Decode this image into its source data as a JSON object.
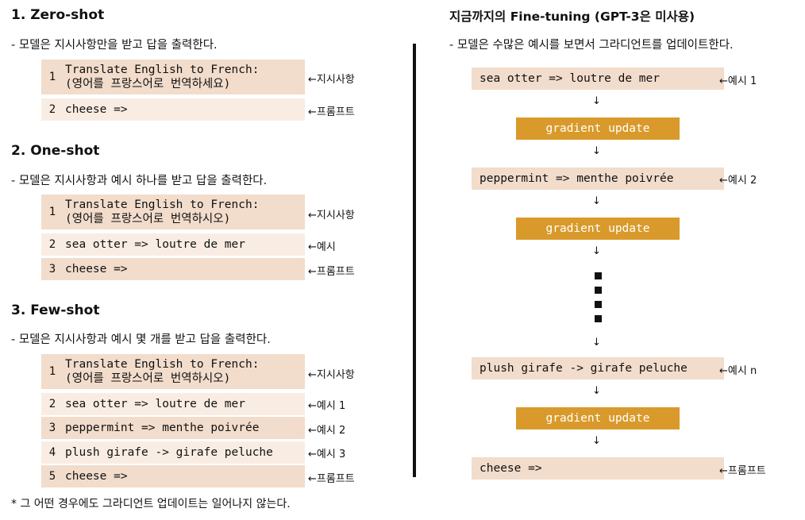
{
  "zero_shot": {
    "heading": "1. Zero-shot",
    "desc": "- 모델은 지시사항만을 받고 답을 출력한다.",
    "rows": [
      {
        "num": "1",
        "text": "Translate English to French:\n(영어를 프랑스어로 번역하세요)",
        "tag": "←지시사항"
      },
      {
        "num": "2",
        "text": "cheese =>",
        "tag": "←프롬프트"
      }
    ]
  },
  "one_shot": {
    "heading": "2. One-shot",
    "desc": "- 모델은 지시사항과 예시 하나를 받고 답을 출력한다.",
    "rows": [
      {
        "num": "1",
        "text": "Translate English to French:\n(영어를 프랑스어로 번역하시오)",
        "tag": "←지시사항"
      },
      {
        "num": "2",
        "text": "sea otter => loutre de mer",
        "tag": "←예시"
      },
      {
        "num": "3",
        "text": "cheese =>",
        "tag": "←프롬프트"
      }
    ]
  },
  "few_shot": {
    "heading": "3. Few-shot",
    "desc": "- 모델은 지시사항과 예시 몇 개를 받고 답을 출력한다.",
    "rows": [
      {
        "num": "1",
        "text": "Translate English to French:\n(영어를 프랑스어로 번역하시오)",
        "tag": "←지시사항"
      },
      {
        "num": "2",
        "text": "sea otter => loutre de mer",
        "tag": "←예시 1"
      },
      {
        "num": "3",
        "text": "peppermint => menthe poivrée",
        "tag": "←예시 2"
      },
      {
        "num": "4",
        "text": "plush girafe -> girafe peluche",
        "tag": "←예시 3"
      },
      {
        "num": "5",
        "text": "cheese =>",
        "tag": "←프롬프트"
      }
    ]
  },
  "footnote": "* 그 어떤 경우에도 그라디언트 업데이트는 일어나지 않는다.",
  "fine_tuning": {
    "heading": "지금까지의 Fine-tuning (GPT-3은 미사용)",
    "desc": "- 모델은 수많은 예시를 보면서 그라디언트를 업데이트한다.",
    "examples": [
      {
        "text": "sea otter => loutre de mer",
        "tag": "←예시 1"
      },
      {
        "text": "peppermint => menthe poivrée",
        "tag": "←예시 2"
      },
      {
        "text": "plush girafe -> girafe peluche",
        "tag": "←예시 n"
      },
      {
        "text": "cheese =>",
        "tag": "←프롬프트"
      }
    ],
    "gradient_label": "gradient update",
    "arrow": "↓"
  }
}
